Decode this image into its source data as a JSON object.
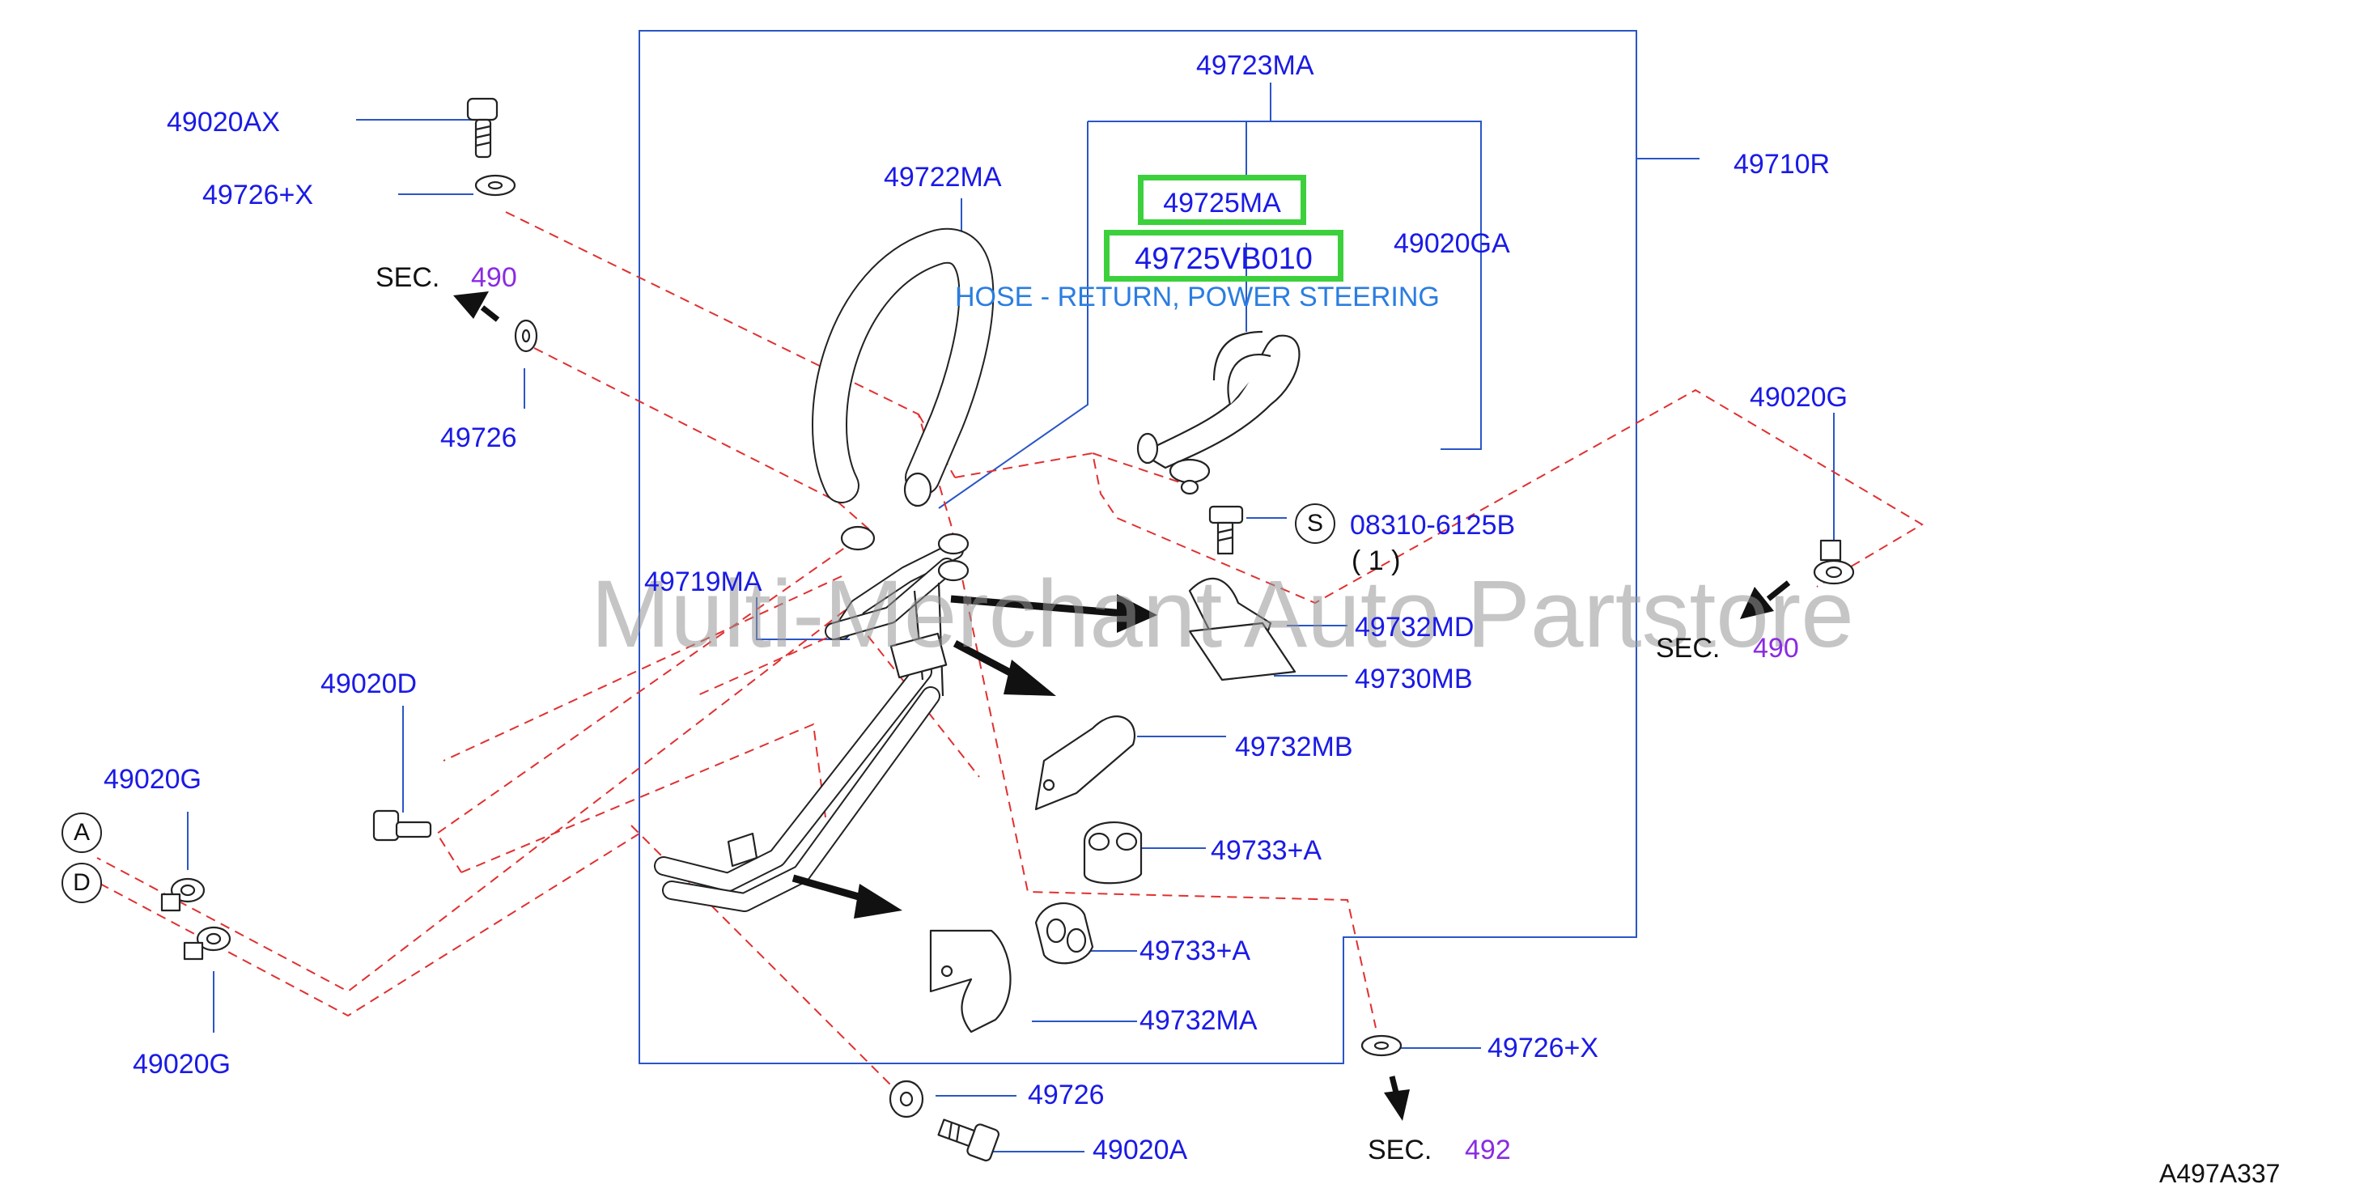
{
  "diagram_id": "A497A337",
  "watermark": "Multi-Merchant Auto Partstore",
  "highlight_color": "#3cd13c",
  "part_label_color": "#1a1ae6",
  "description_color": "#2a7de1",
  "section_ref_color": "#8a2be2",
  "dash_color": "#e03030",
  "parts": {
    "p49020AX": "49020AX",
    "p49726X_top": "49726+X",
    "p49722MA": "49722MA",
    "p49723MA": "49723MA",
    "p49725MA": "49725MA",
    "p49725VB010": "49725VB010",
    "p49020GA": "49020GA",
    "p49710R": "49710R",
    "p49726_left": "49726",
    "p49020G_right": "49020G",
    "p08310": "08310-6125B",
    "p08310_qty": "( 1 )",
    "p49719MA": "49719MA",
    "p49732MD": "49732MD",
    "p49730MB": "49730MB",
    "p49020D": "49020D",
    "p49732MB": "49732MB",
    "p49020G_left_top": "49020G",
    "p49733A_1": "49733+A",
    "p49733A_2": "49733+A",
    "p49732MA": "49732MA",
    "p49020G_left_bottom": "49020G",
    "p49726_bottom": "49726",
    "p49726X_bottom": "49726+X",
    "p49020A": "49020A"
  },
  "highlight_description": "HOSE - RETURN, POWER STEERING",
  "sections": {
    "sec_top_left": {
      "prefix": "SEC.",
      "number": "490"
    },
    "sec_right": {
      "prefix": "SEC.",
      "number": "490"
    },
    "sec_bottom": {
      "prefix": "SEC.",
      "number": "492"
    }
  },
  "markers": {
    "S": "S",
    "A": "A",
    "D": "D"
  }
}
